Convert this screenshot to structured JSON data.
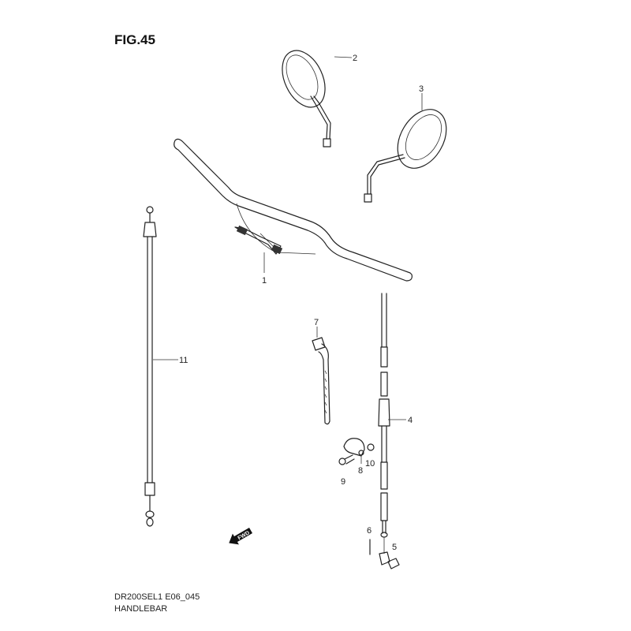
{
  "figure": {
    "title": "FIG.45",
    "model_code": "DR200SEL1 E06_045",
    "section_name": "HANDLEBAR",
    "fwd_label": "FWD"
  },
  "callouts": {
    "handlebar": "1",
    "mirror_left": "2",
    "mirror_right": "3",
    "throttle_cable": "4",
    "cable_part_5": "5",
    "cable_part_6": "6",
    "strap": "7",
    "clamp": "8",
    "bolt": "9",
    "nut": "10",
    "clutch_cable": "11"
  },
  "colors": {
    "line": "#222222",
    "background": "#ffffff"
  }
}
